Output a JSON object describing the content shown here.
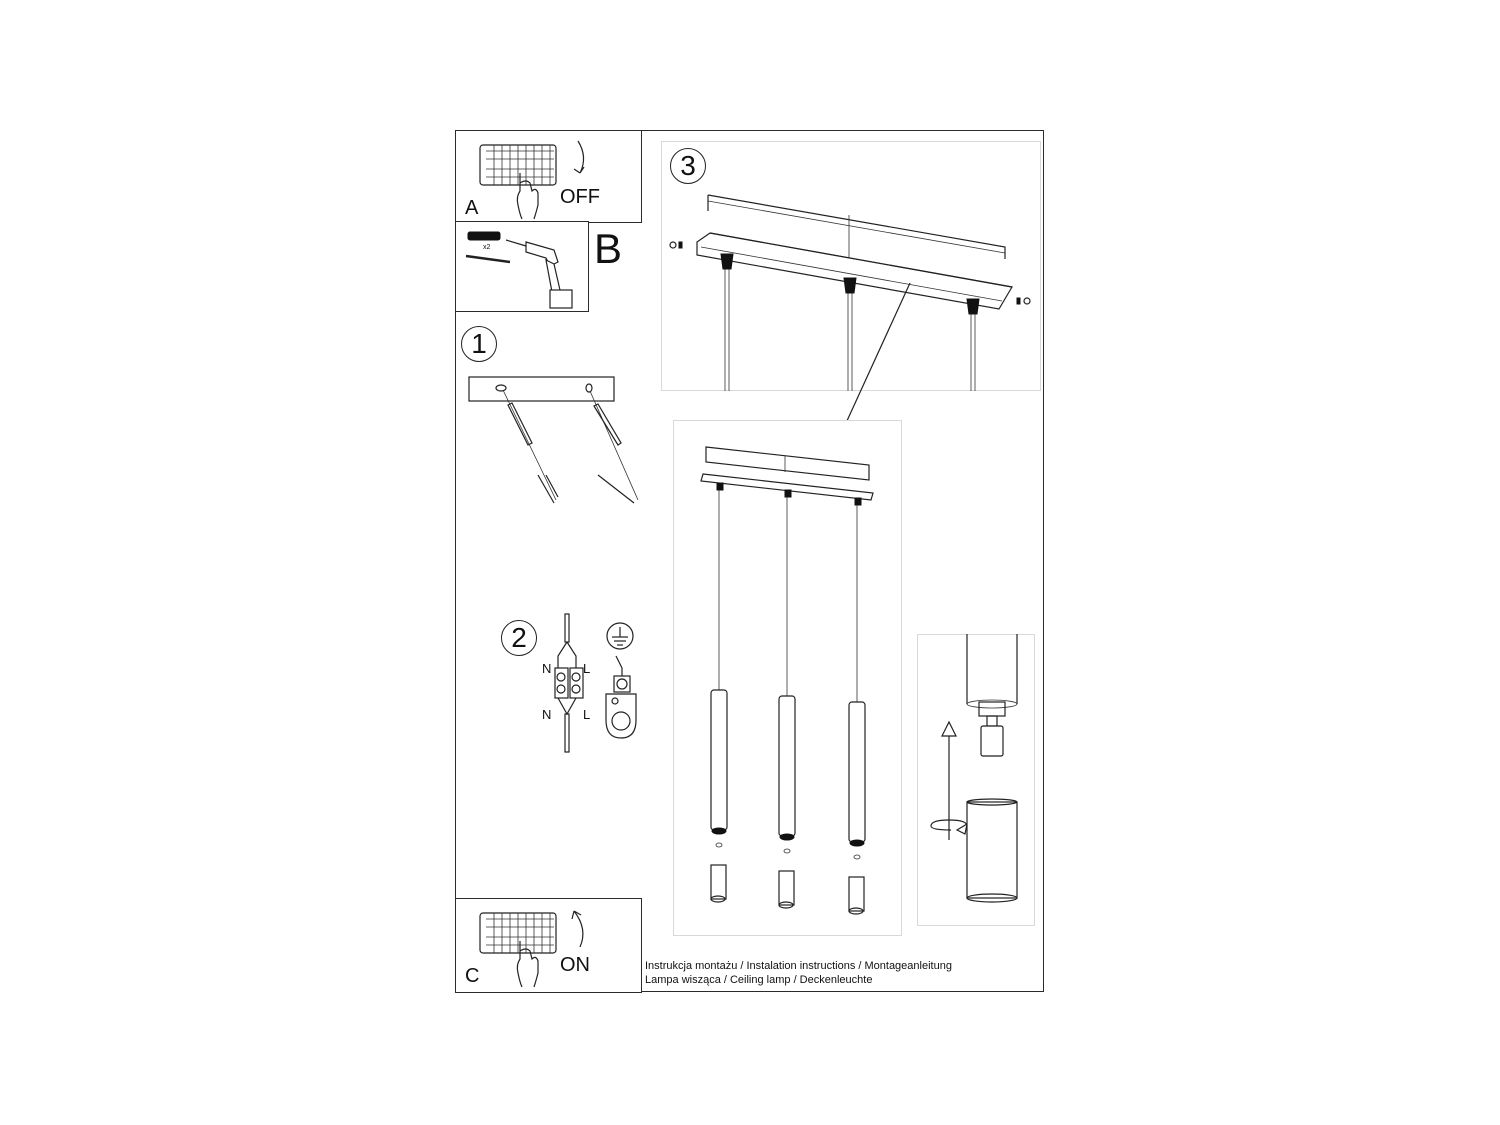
{
  "sheet": {
    "title_line_1": "Instrukcja montażu / Instalation instructions / Montageanleitung",
    "title_line_2": "Lampa wisząca / Ceiling lamp / Deckenleuchte"
  },
  "steps": {
    "a": {
      "letter": "A",
      "action": "OFF",
      "icon": "circuit-breaker-switch-off-icon"
    },
    "b": {
      "letter": "B",
      "quantity": "x2",
      "icon": "drill-and-wall-plugs-icon"
    },
    "c": {
      "letter": "C",
      "action": "ON",
      "icon": "circuit-breaker-switch-on-icon"
    },
    "one": {
      "number": "1",
      "description_icon": "mounting-bracket-screws-icon"
    },
    "two": {
      "number": "2",
      "wire_labels": {
        "top_left": "N",
        "top_right": "L",
        "bottom_left": "N",
        "bottom_right": "L"
      },
      "icon": "ground-earth-icon"
    },
    "three": {
      "number": "3",
      "icon": "canopy-assembly-icon"
    }
  },
  "detail": {
    "pendant_count": 3,
    "bulb_icon": "gu10-bulb-insert-icon",
    "rotate_icon": "rotate-arrow-icon",
    "up_arrow_icon": "arrow-up-icon"
  },
  "colors": {
    "line": "#222222",
    "panel_border": "#d8d8d8",
    "background": "#ffffff"
  }
}
